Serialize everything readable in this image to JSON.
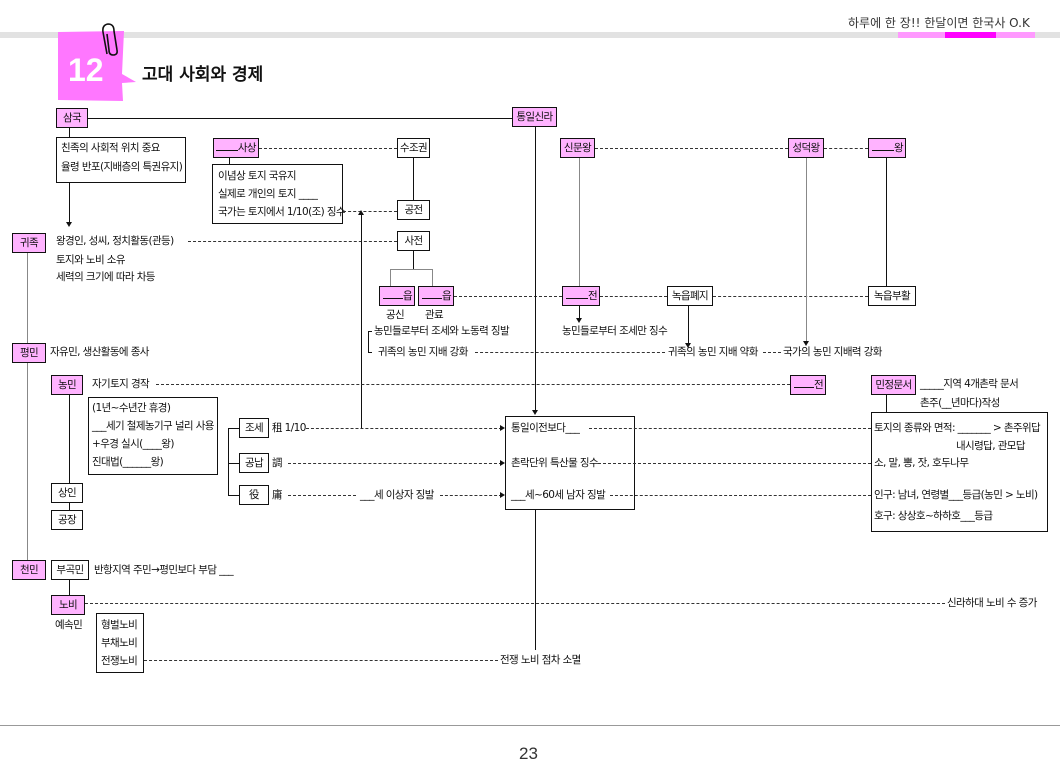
{
  "header": {
    "slogan": "하루에 한 장!! 한달이면 한국사 O.K",
    "accent_color": "#ff00ff",
    "accent_light": "#ff99ff"
  },
  "chapter": {
    "number": "12",
    "title": "고대 사회와 경제",
    "badge_color": "#ff77ff"
  },
  "periods": {
    "samguk": "삼국",
    "tongil_silla": "통일신라"
  },
  "samguk_box": [
    "친족의 사회적 위치 중요",
    "율령 반포(지배층의 특권유지)"
  ],
  "wangto": {
    "label_suffix": "사상",
    "lines": [
      "이념상 토지 국유지",
      "실제로 개인의 토지 ____",
      "국가는 토지에서 1/10(조) 징수"
    ]
  },
  "sujogwon": "수조권",
  "gongjeon": "공전",
  "sajeon": "사전",
  "eup1": {
    "suffix": "읍",
    "sub": "공신"
  },
  "eup2": {
    "suffix": "읍",
    "sub": "관료"
  },
  "eup_notes": [
    "농민들로부터 조세와 노동력 징발",
    "귀족의 농민 지배 강화"
  ],
  "kings": {
    "sinmun": "신문왕",
    "seongdeok": "성덕왕",
    "third_suffix": "왕"
  },
  "jeon_box": {
    "suffix": "전",
    "note": "농민들로부터 조세만 징수"
  },
  "nogeup_abolish": "녹읍폐지",
  "nogeup_restore": "녹읍부활",
  "effects": [
    "귀족의 농민 지배 약화",
    "국가의 농민 지배력 강화"
  ],
  "classes": {
    "gwijok": {
      "label": "귀족",
      "lines": [
        "왕경인, 성씨, 정치활동(관등)",
        "토지와 노비 소유",
        "세력의 크기에 따라 차등"
      ]
    },
    "pyeongmin": {
      "label": "평민",
      "desc": "자유민, 생산활동에 종사"
    },
    "nongmin": {
      "label": "농민",
      "desc": "자기토지 경작"
    },
    "nongmin_box": [
      "(1년~수년간 휴경)",
      "___세기 철제농기구 널리 사용",
      "+우경 실시(____왕)",
      "진대법(______왕)"
    ],
    "sangin": "상인",
    "gongjang": "공장",
    "cheonmin": {
      "label": "천민"
    },
    "bugokmin": {
      "label": "부곡민",
      "desc": "반항지역 주민→평민보다 부담 ___"
    },
    "nobi": {
      "label": "노비",
      "sub": "예속민",
      "types": [
        "형벌노비",
        "부채노비",
        "전쟁노비"
      ]
    }
  },
  "taxes": [
    {
      "label": "조세",
      "char": "租 1/10"
    },
    {
      "label": "공납",
      "char": "調"
    },
    {
      "label": "役",
      "char": "庸",
      "mid": "___세 이상자 징발"
    }
  ],
  "silla_tax_box": [
    "통일이전보다___",
    "촌락단위 특산물 징수",
    "___세~60세 남자 징발"
  ],
  "jeongjeon": {
    "suffix": "전"
  },
  "minjeong": {
    "label": "민정문서",
    "lines": [
      "_____지역 4개촌락 문서",
      "촌주(__년마다)작성"
    ],
    "box": [
      "토지의 종류와 면적: _______ > 촌주위답",
      "내시령답, 관모답",
      "소, 말, 뽕, 잣, 호두나무",
      "인구: 남녀, 연령별___등급(농민 > 노비)",
      "호구: 상상호~하하호___등급"
    ]
  },
  "nobi_increase": "신라하대 노비 수 증가",
  "war_nobi_decline": "전쟁 노비 점차 소멸",
  "page_number": "23"
}
